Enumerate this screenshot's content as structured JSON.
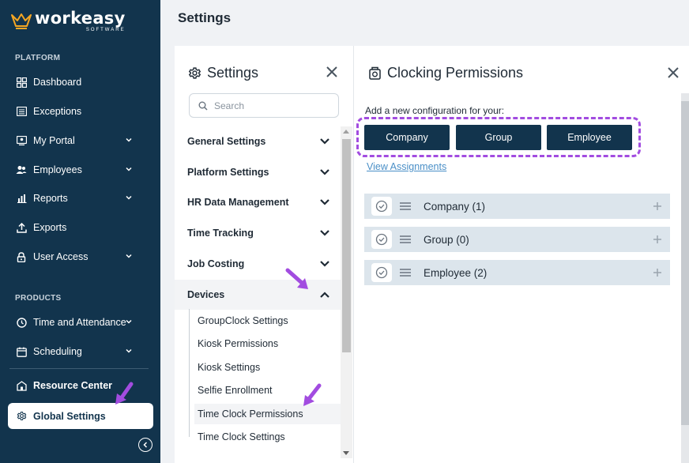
{
  "brand": {
    "name": "workeasy",
    "tagline": "SOFTWARE"
  },
  "sidebar": {
    "platform_label": "PLATFORM",
    "products_label": "PRODUCTS",
    "platform_items": [
      {
        "label": "Dashboard",
        "icon": "dashboard-icon"
      },
      {
        "label": "Exceptions",
        "icon": "list-icon"
      },
      {
        "label": "My Portal",
        "icon": "portal-icon",
        "expandable": true
      },
      {
        "label": "Employees",
        "icon": "users-icon",
        "expandable": true
      },
      {
        "label": "Reports",
        "icon": "chart-icon",
        "expandable": true
      },
      {
        "label": "Exports",
        "icon": "upload-icon"
      },
      {
        "label": "User Access",
        "icon": "lock-icon",
        "expandable": true
      }
    ],
    "product_items": [
      {
        "label": "Time and Attendance",
        "icon": "clock-icon",
        "expandable": true
      },
      {
        "label": "Scheduling",
        "icon": "calendar-icon",
        "expandable": true
      }
    ],
    "resource_center": "Resource Center",
    "global_settings": "Global Settings"
  },
  "page": {
    "title": "Settings"
  },
  "settings_panel": {
    "title": "Settings",
    "search_placeholder": "Search",
    "categories": [
      {
        "label": "General Settings"
      },
      {
        "label": "Platform Settings"
      },
      {
        "label": "HR Data Management"
      },
      {
        "label": "Time Tracking"
      },
      {
        "label": "Job Costing"
      },
      {
        "label": "Devices",
        "open": true
      }
    ],
    "device_items": [
      "GroupClock Settings",
      "Kiosk Permissions",
      "Kiosk Settings",
      "Selfie Enrollment",
      "Time Clock Permissions",
      "Time Clock Settings"
    ],
    "selected_item": "Time Clock Permissions"
  },
  "content_panel": {
    "title": "Clocking Permissions",
    "add_label": "Add a new configuration for your:",
    "buttons": [
      "Company",
      "Group",
      "Employee"
    ],
    "view_assignments": "View Assignments",
    "rows": [
      "Company (1)",
      "Group (0)",
      "Employee (2)"
    ]
  },
  "colors": {
    "sidebar_bg": "#12344d",
    "button_bg": "#12344d",
    "annotation": "#a24ce0",
    "row_bg": "#dce5ec",
    "link": "#4a8fc7",
    "logo_accent": "#f5a623"
  }
}
